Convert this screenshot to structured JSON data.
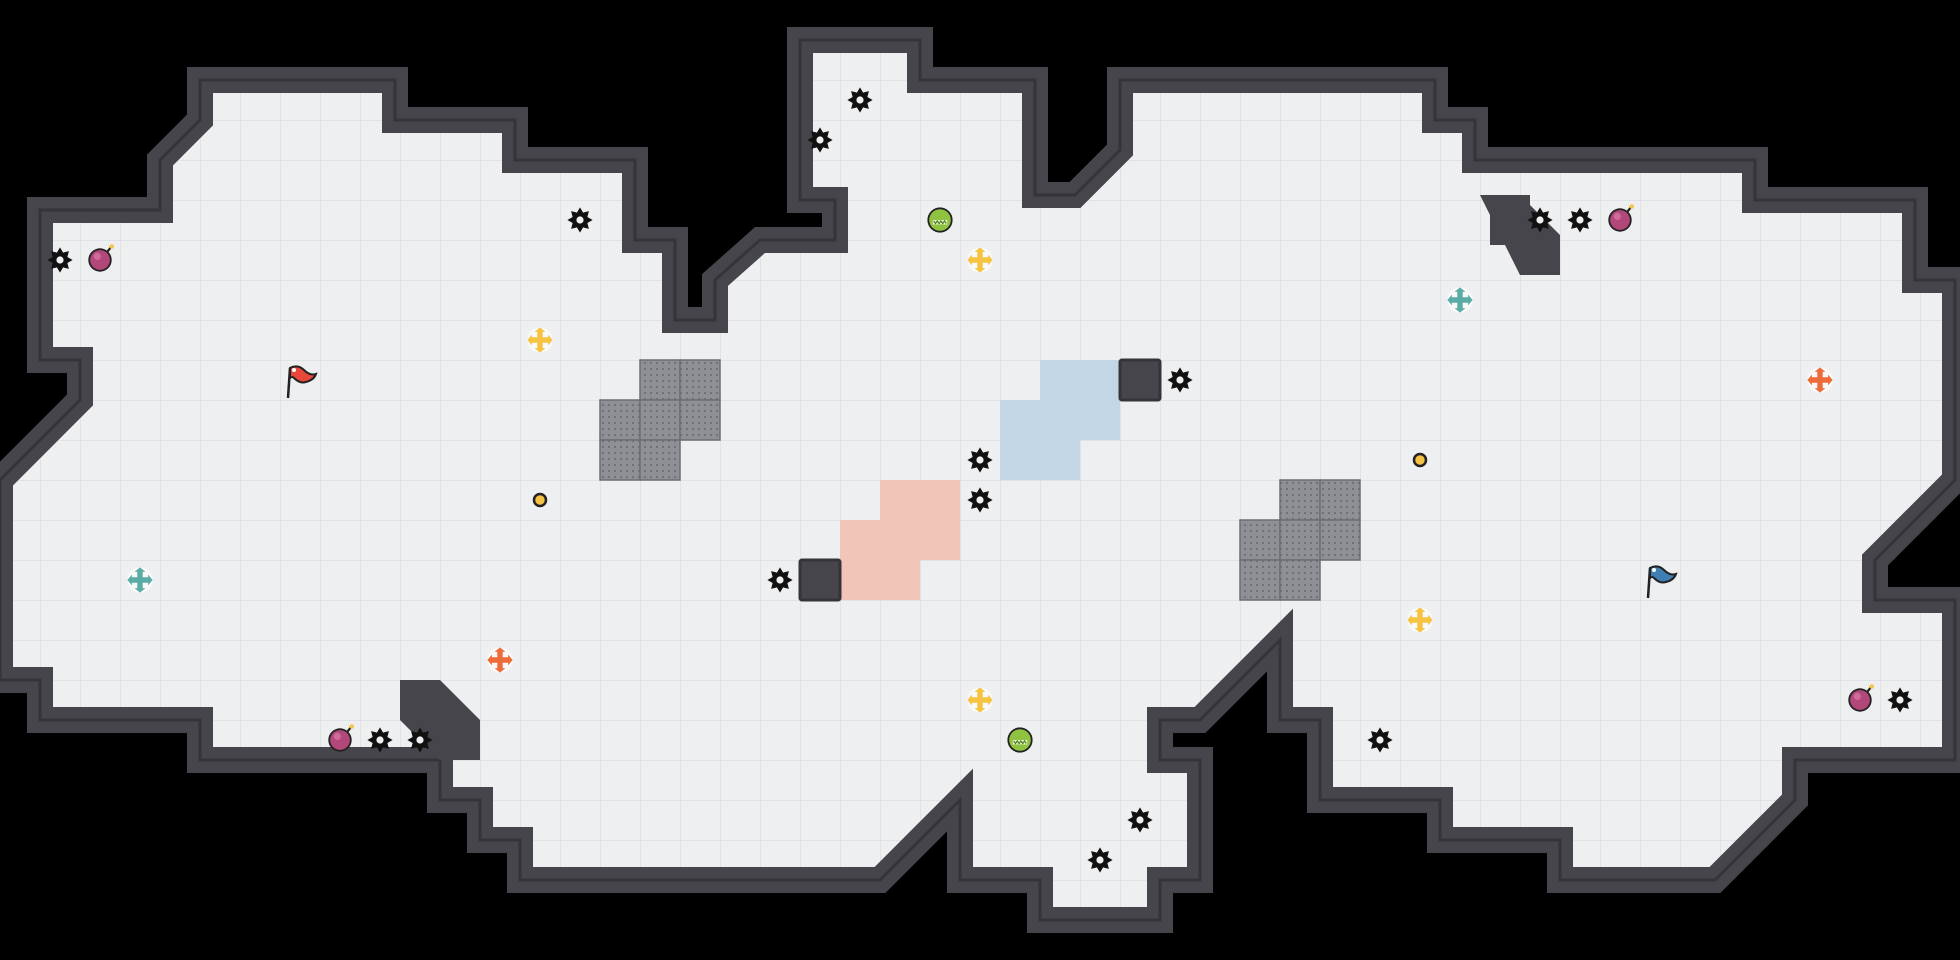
{
  "game": {
    "title": "",
    "grid": {
      "cols": 49,
      "rows": 24
    },
    "colors": {
      "background": "#000000",
      "floor": "#eeeff1",
      "grid_line": "#d8dadf",
      "wall": "#46454b",
      "wall_inner": "#353439",
      "metal_block": "#8e9096",
      "red_zone": "#f1c6b8",
      "blue_zone": "#c2d6e6",
      "red_team": "#e8473b",
      "blue_team": "#3f7fb3",
      "orange_boost": "#ee6b3a",
      "yellow_boost": "#f6c343",
      "teal_boost": "#5aaca7",
      "bomb": "#b3477a",
      "speed_pad": "#8fc23f"
    },
    "entities": [
      {
        "kind": "red-flag",
        "icon": "flag-icon",
        "team": "red",
        "col": 7,
        "row": 9
      },
      {
        "kind": "blue-flag",
        "icon": "flag-icon",
        "team": "blue",
        "col": 41,
        "row": 14
      },
      {
        "kind": "bomb",
        "icon": "bomb-icon",
        "col": 2,
        "row": 6
      },
      {
        "kind": "bomb",
        "icon": "bomb-icon",
        "col": 8,
        "row": 18
      },
      {
        "kind": "bomb",
        "icon": "bomb-icon",
        "col": 40,
        "row": 5
      },
      {
        "kind": "bomb",
        "icon": "bomb-icon",
        "col": 46,
        "row": 17
      },
      {
        "kind": "speed-pad",
        "icon": "speed-pad-icon",
        "col": 23,
        "row": 5
      },
      {
        "kind": "speed-pad",
        "icon": "speed-pad-icon",
        "col": 25,
        "row": 18
      },
      {
        "kind": "boost-yellow",
        "icon": "boost-arrows-icon",
        "col": 13,
        "row": 8
      },
      {
        "kind": "boost-yellow",
        "icon": "boost-arrows-icon",
        "col": 24,
        "row": 6
      },
      {
        "kind": "boost-yellow",
        "icon": "boost-arrows-icon",
        "col": 24,
        "row": 17
      },
      {
        "kind": "boost-yellow",
        "icon": "boost-arrows-icon",
        "col": 35,
        "row": 15
      },
      {
        "kind": "boost-teal",
        "icon": "boost-arrows-icon",
        "col": 3,
        "row": 14
      },
      {
        "kind": "boost-teal",
        "icon": "boost-arrows-icon",
        "col": 36,
        "row": 7
      },
      {
        "kind": "boost-orange",
        "icon": "boost-arrows-icon",
        "col": 12,
        "row": 16
      },
      {
        "kind": "boost-orange",
        "icon": "boost-arrows-icon",
        "col": 45,
        "row": 9
      },
      {
        "kind": "pickup",
        "icon": "powerup-dot-icon",
        "col": 13,
        "row": 12
      },
      {
        "kind": "pickup",
        "icon": "powerup-dot-icon",
        "col": 35,
        "row": 11
      },
      {
        "kind": "spike",
        "icon": "spike-icon",
        "col": 1,
        "row": 6
      },
      {
        "kind": "spike",
        "icon": "spike-icon",
        "col": 14,
        "row": 5
      },
      {
        "kind": "spike",
        "icon": "spike-icon",
        "col": 21,
        "row": 2
      },
      {
        "kind": "spike",
        "icon": "spike-icon",
        "col": 20,
        "row": 3
      },
      {
        "kind": "spike",
        "icon": "spike-icon",
        "col": 29,
        "row": 9
      },
      {
        "kind": "spike",
        "icon": "spike-icon",
        "col": 24,
        "row": 11
      },
      {
        "kind": "spike",
        "icon": "spike-icon",
        "col": 24,
        "row": 12
      },
      {
        "kind": "spike",
        "icon": "spike-icon",
        "col": 19,
        "row": 14
      },
      {
        "kind": "spike",
        "icon": "spike-icon",
        "col": 9,
        "row": 18
      },
      {
        "kind": "spike",
        "icon": "spike-icon",
        "col": 10,
        "row": 18
      },
      {
        "kind": "spike",
        "icon": "spike-icon",
        "col": 38,
        "row": 5
      },
      {
        "kind": "spike",
        "icon": "spike-icon",
        "col": 39,
        "row": 5
      },
      {
        "kind": "spike",
        "icon": "spike-icon",
        "col": 47,
        "row": 17
      },
      {
        "kind": "spike",
        "icon": "spike-icon",
        "col": 34,
        "row": 18
      },
      {
        "kind": "spike",
        "icon": "spike-icon",
        "col": 28,
        "row": 20
      },
      {
        "kind": "spike",
        "icon": "spike-icon",
        "col": 27,
        "row": 21
      }
    ]
  }
}
